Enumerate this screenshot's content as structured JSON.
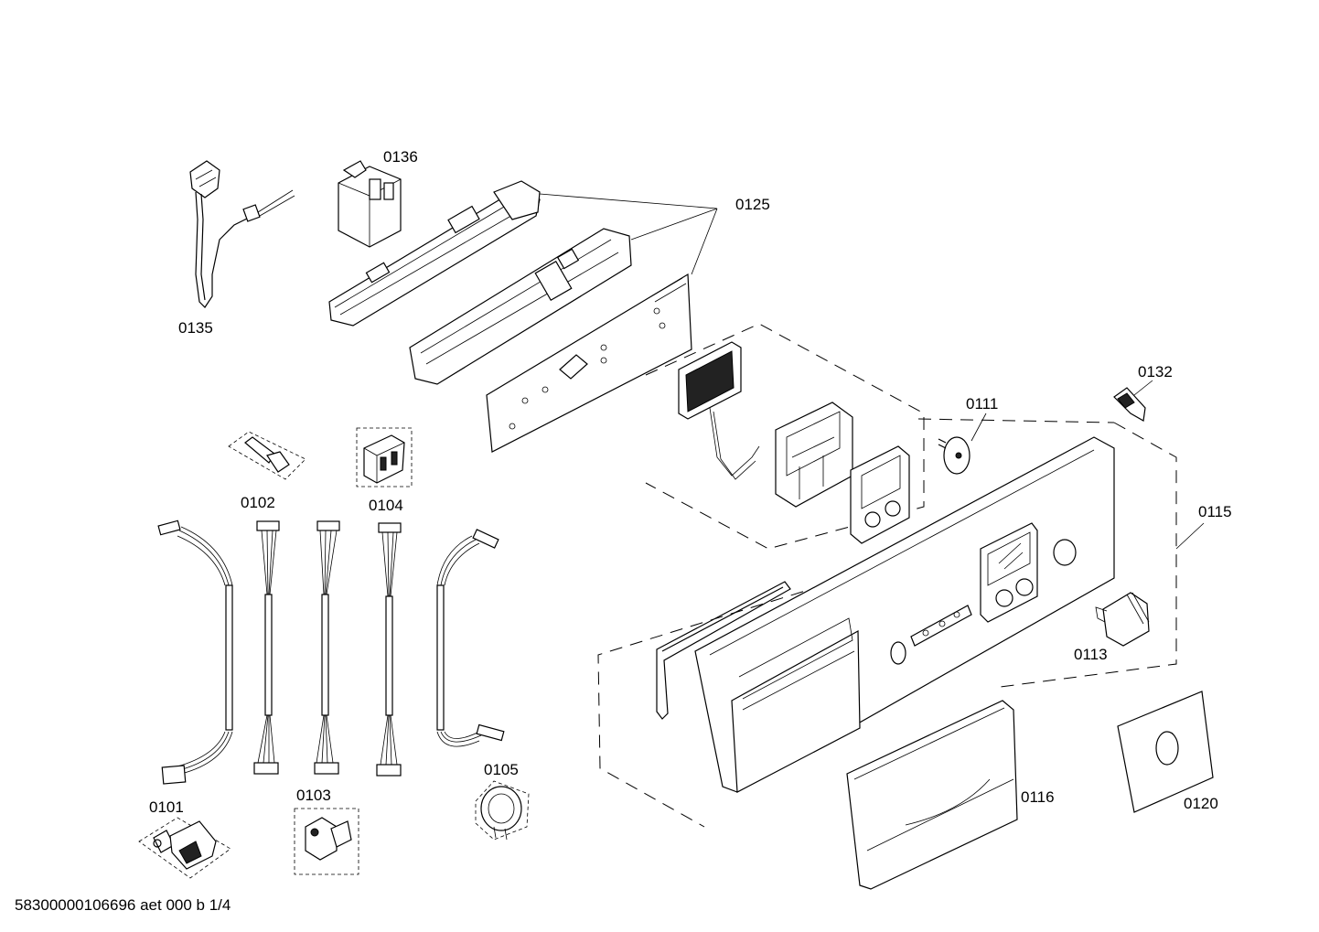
{
  "parts": [
    {
      "id": "0101"
    },
    {
      "id": "0102"
    },
    {
      "id": "0103"
    },
    {
      "id": "0104"
    },
    {
      "id": "0105"
    },
    {
      "id": "0111"
    },
    {
      "id": "0113"
    },
    {
      "id": "0115"
    },
    {
      "id": "0116"
    },
    {
      "id": "0120"
    },
    {
      "id": "0125"
    },
    {
      "id": "0132"
    },
    {
      "id": "0135"
    },
    {
      "id": "0136"
    }
  ],
  "footer": {
    "text": "58300000106696 aet 000 b 1/4"
  }
}
